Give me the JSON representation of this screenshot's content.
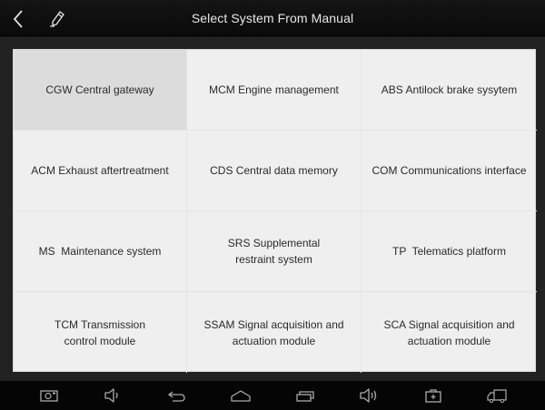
{
  "header": {
    "title": "Select System From Manual",
    "back_icon": "chevron-left-icon",
    "edit_icon": "pencil-icon"
  },
  "systems": [
    {
      "label": "CGW Central gateway",
      "selected": true
    },
    {
      "label": "MCM Engine management",
      "selected": false
    },
    {
      "label": "ABS Antilock brake sysytem",
      "selected": false
    },
    {
      "label": "ACM Exhaust aftertreatment",
      "selected": false
    },
    {
      "label": "CDS Central data memory",
      "selected": false
    },
    {
      "label": "COM Communications interface",
      "selected": false
    },
    {
      "label": "MS  Maintenance system",
      "selected": false
    },
    {
      "label": "SRS Supplemental restraint system",
      "selected": false
    },
    {
      "label": "TP  Telematics platform",
      "selected": false
    },
    {
      "label": "TCM Transmission control module",
      "selected": false
    },
    {
      "label": "SSAM Signal acquisition and actuation module",
      "selected": false
    },
    {
      "label": "SCA Signal acquisition and actuation module",
      "selected": false
    }
  ],
  "navbar": {
    "icons": [
      "screenshot-icon",
      "volume-down-icon",
      "back-icon",
      "home-icon",
      "recent-apps-icon",
      "volume-up-icon",
      "diagnostics-toolbox-icon",
      "vehicle-truck-icon"
    ]
  },
  "colors": {
    "topbar": "#0e0e0e",
    "frame": "#222222",
    "cell_bg": "#efefef",
    "cell_selected": "#dcdcdc",
    "text": "#2a2a2a",
    "title_text": "#e8e8e8"
  }
}
